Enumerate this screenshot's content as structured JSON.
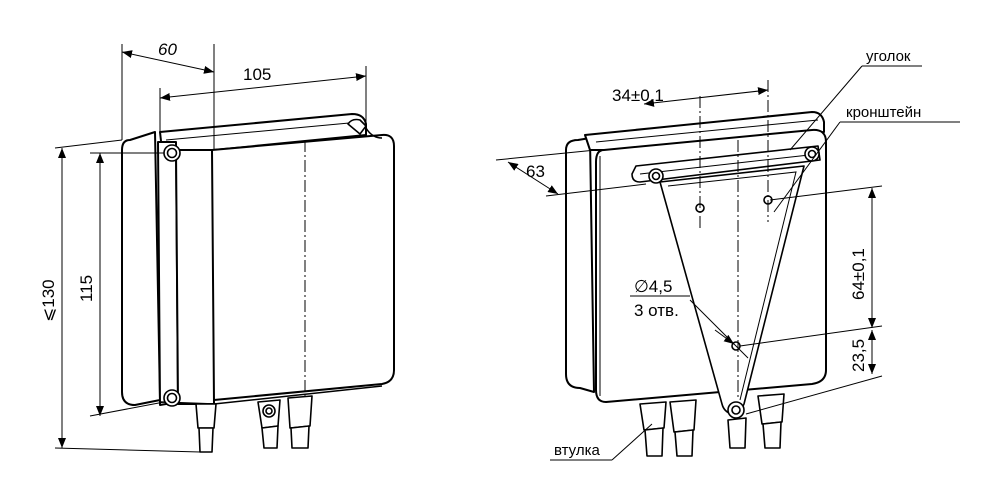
{
  "dimensions": {
    "depth_60": "60",
    "width_105": "105",
    "height_max_130": "⩽130",
    "height_115": "115",
    "mount_spacing": "34±0,1",
    "offset_63": "63",
    "vertical_mount": "64±0,1",
    "bottom_offset": "23,5",
    "hole_diameter": "∅4,5",
    "hole_count": "3 отв."
  },
  "callouts": {
    "angle_piece": "уголок",
    "bracket": "кронштейн",
    "bushing": "втулка"
  }
}
